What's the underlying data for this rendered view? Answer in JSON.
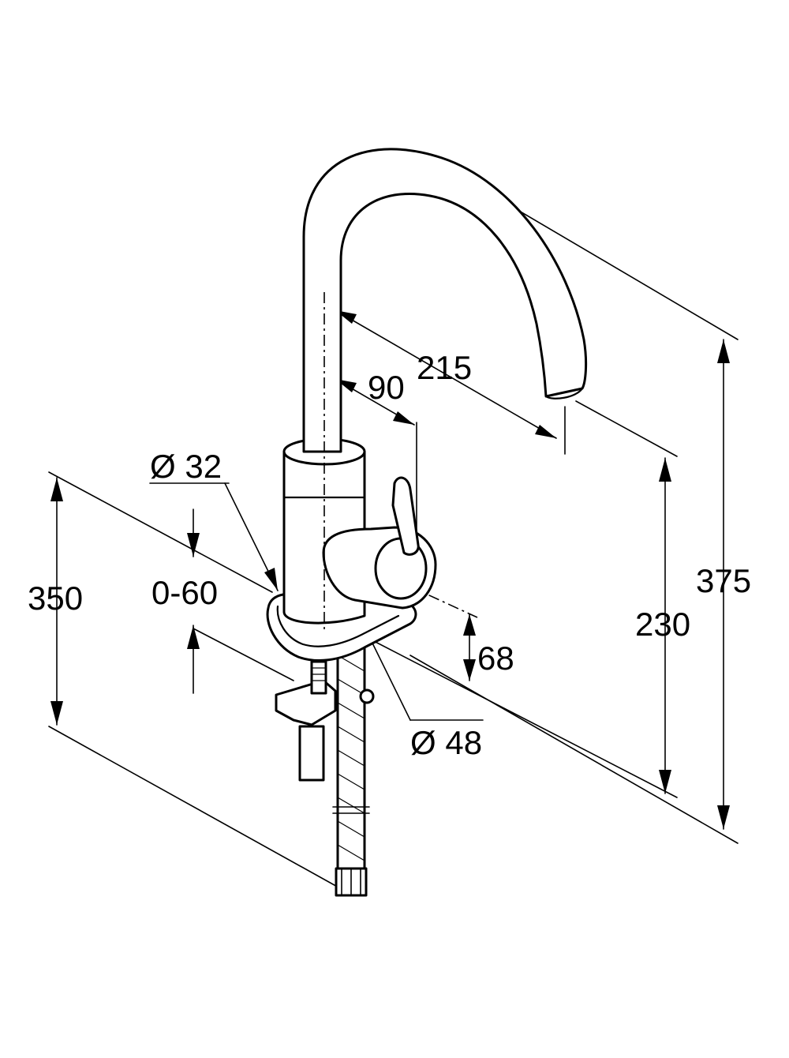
{
  "dimensions": {
    "reach_long": "215",
    "reach_short": "90",
    "spout_diameter": "Ø 32",
    "base_diameter": "Ø 48",
    "counter_thickness": "0-60",
    "below_counter": "350",
    "lever_height": "68",
    "outlet_height": "230",
    "total_height": "375"
  }
}
